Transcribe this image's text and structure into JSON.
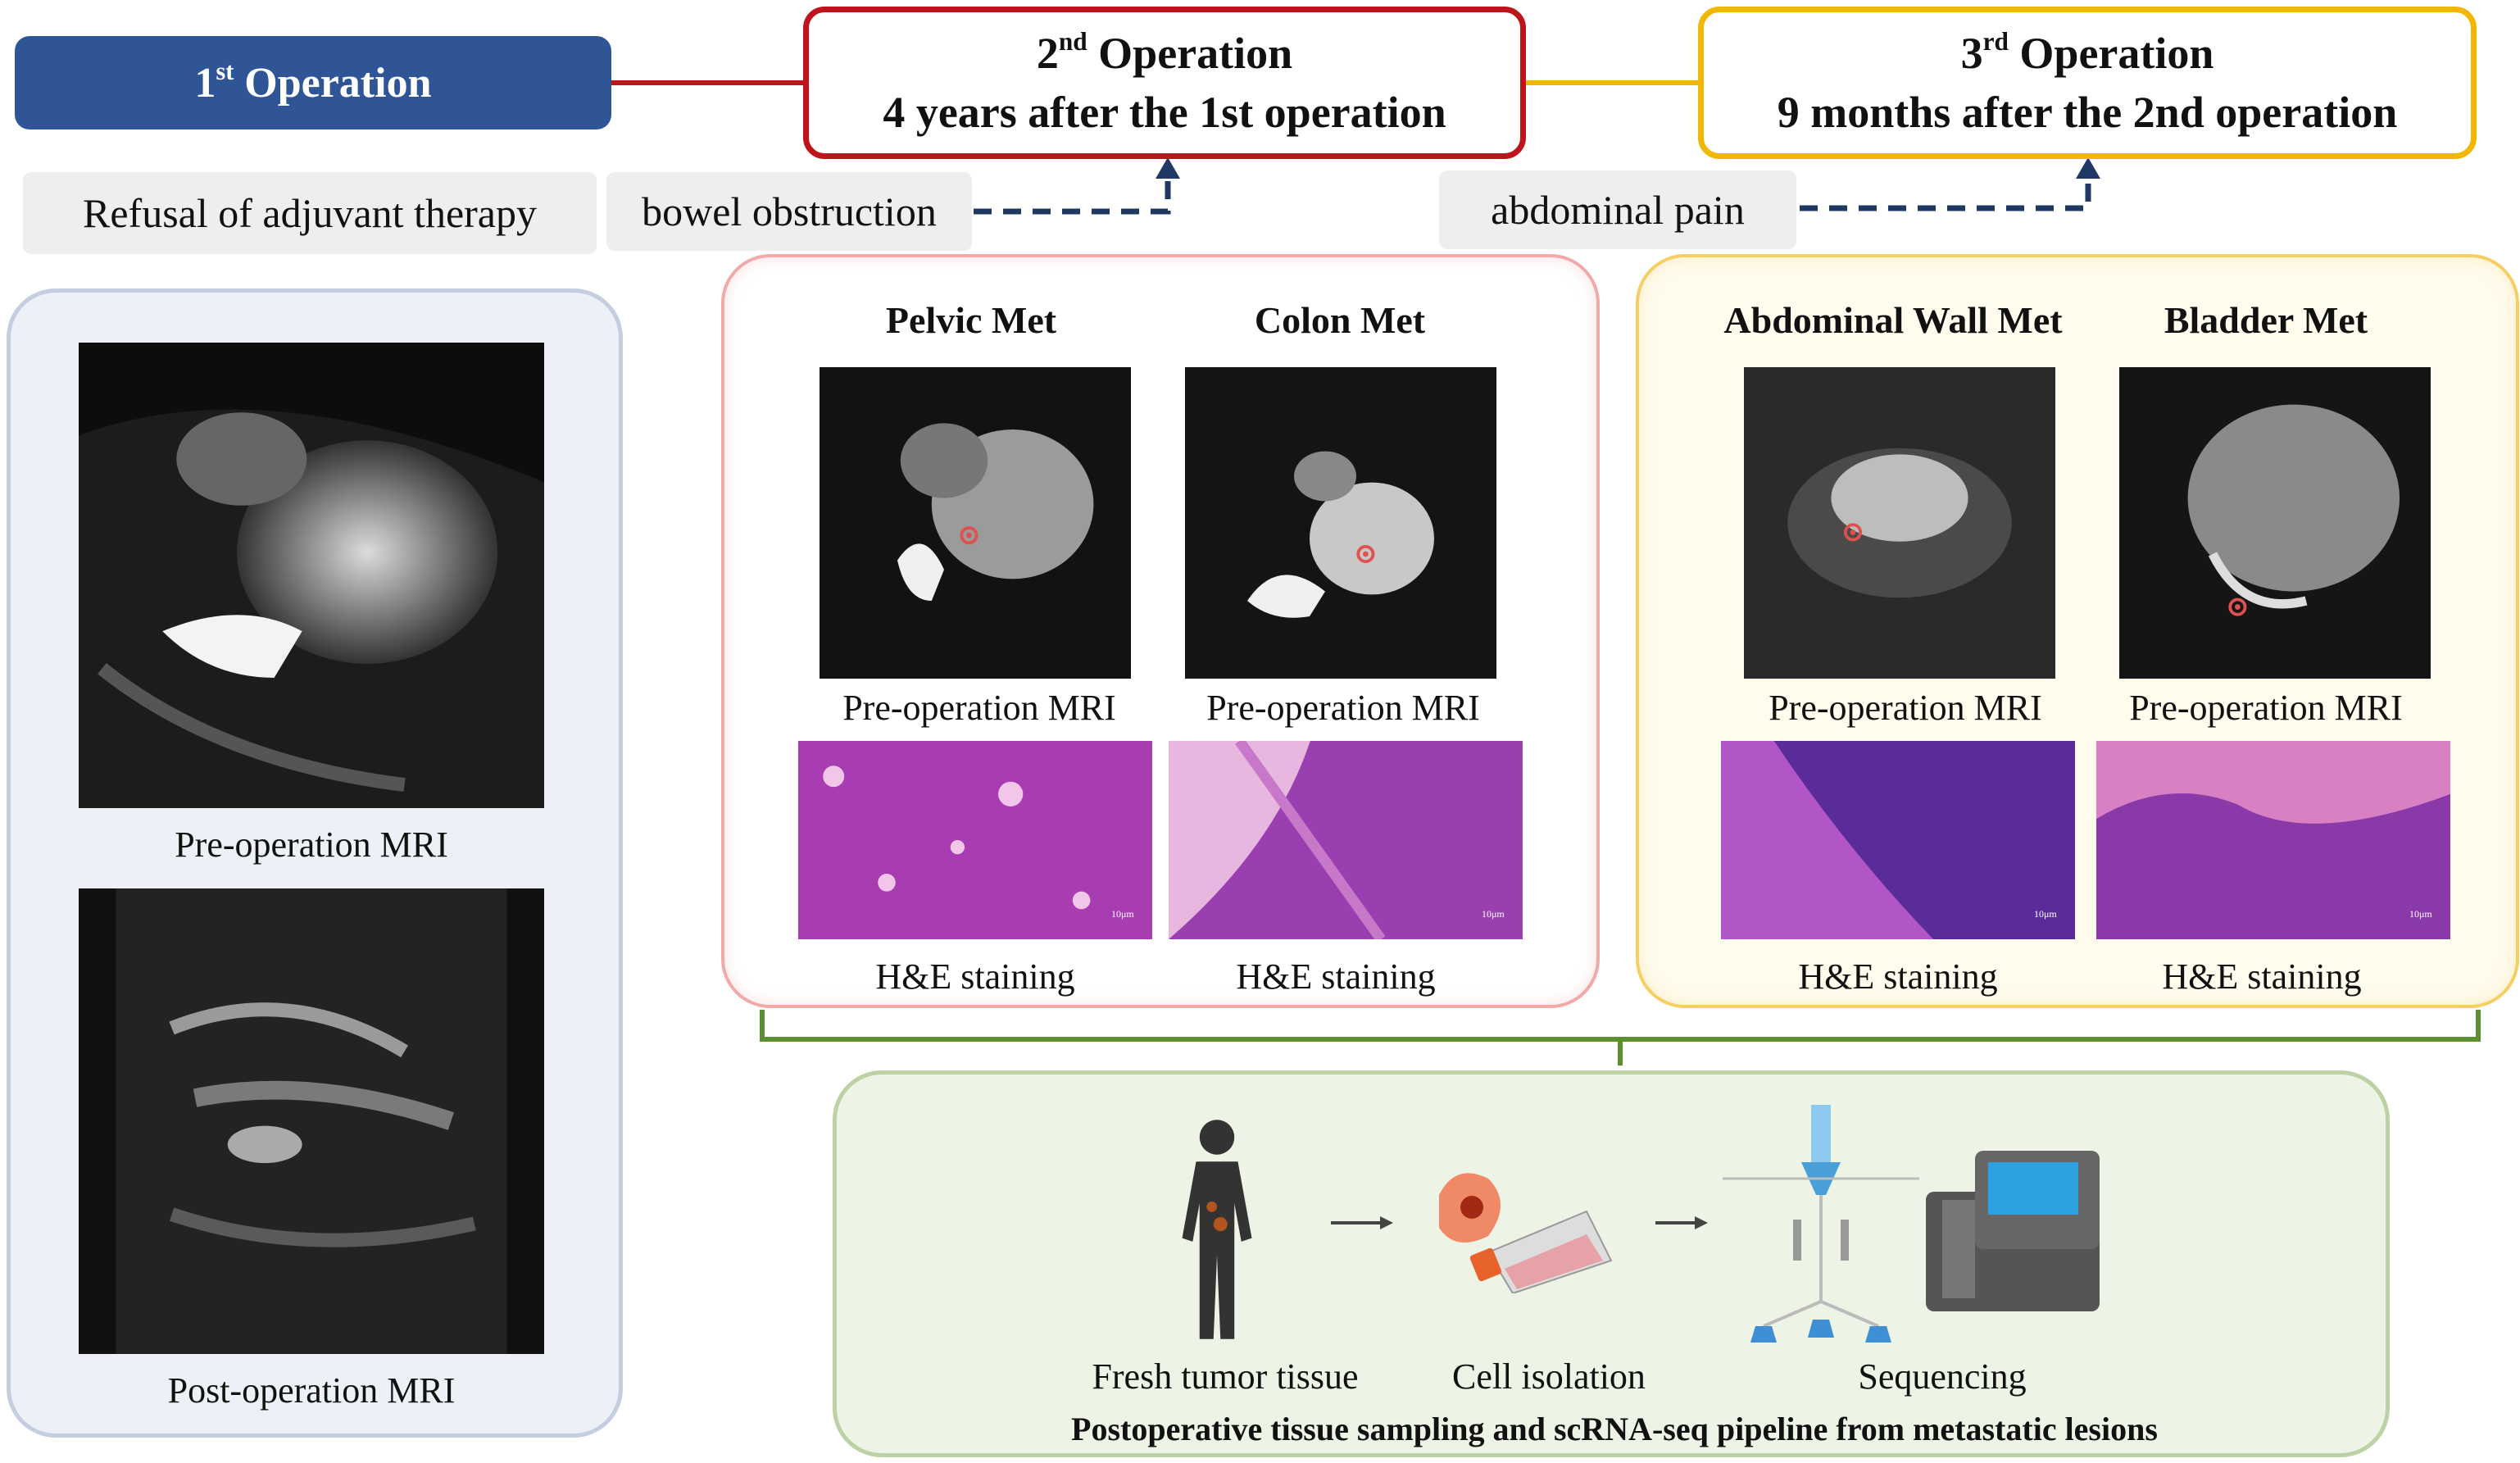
{
  "header": {
    "op1": {
      "num": "1",
      "sup": "st",
      "rest": " Operation"
    },
    "op2": {
      "num": "2",
      "sup": "nd",
      "rest": " Operation",
      "line2": "4 years after the 1st operation"
    },
    "op3": {
      "num": "3",
      "sup": "rd",
      "rest": " Operation",
      "line2": "9 months after the 2nd operation"
    },
    "colors": {
      "op1": "#2f5597",
      "op2": "#c0141c",
      "op3": "#f2b705",
      "pipeline": "#5b8f2f",
      "arrow": "#1f3864"
    }
  },
  "tags": {
    "refusal": "Refusal of adjuvant therapy",
    "bowel": "bowel obstruction",
    "abdominal": "abdominal pain"
  },
  "left_panel": {
    "pre": "Pre-operation MRI",
    "post": "Post-operation MRI"
  },
  "second_op": {
    "pelvic": "Pelvic Met",
    "colon": "Colon Met",
    "mri_caption": "Pre-operation MRI",
    "he_caption": "H&E staining",
    "scale": "10μm"
  },
  "third_op": {
    "abdominal_wall": "Abdominal Wall Met",
    "bladder": "Bladder Met",
    "mri_caption": "Pre-operation MRI",
    "he_caption": "H&E staining",
    "scale": "10μm"
  },
  "pipeline": {
    "step1": "Fresh tumor tissue",
    "step2": "Cell isolation",
    "step3": "Sequencing",
    "title": "Postoperative tissue sampling and scRNA-seq pipeline from metastatic lesions",
    "icons": [
      "human-figure-icon",
      "cell-flask-icon",
      "microfluidic-chip-icon",
      "sequencer-icon"
    ]
  }
}
